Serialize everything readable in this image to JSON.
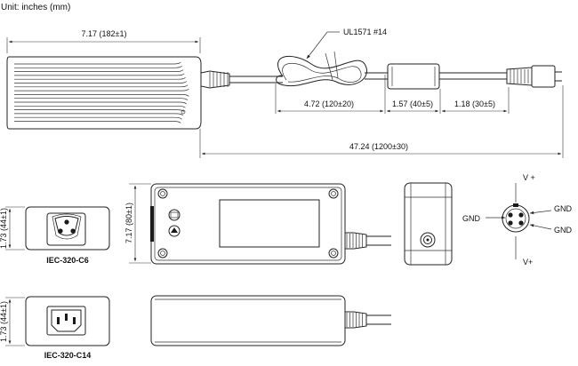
{
  "units_note": "Unit: inches (mm)",
  "dimensions": {
    "body_length": "7.17 (182±1)",
    "cable_label": "UL1571 #14",
    "cable_seg_1": "4.72 (120±20)",
    "cable_seg_2": "1.57 (40±5)",
    "cable_seg_3": "1.18 (30±5)",
    "total_length": "47.24 (1200±30)",
    "body_height_side": "7.17 (80±1)",
    "width_c6": "1.73 (44±1)",
    "width_c14": "1.73 (44±1)"
  },
  "labels": {
    "c6": "IEC-320-C6",
    "c14": "IEC-320-C14"
  },
  "pinout": {
    "v_plus_top": "V +",
    "v_plus_bottom": "V+",
    "gnd_left": "GND",
    "gnd_right_top": "GND",
    "gnd_right_bottom": "GND"
  }
}
